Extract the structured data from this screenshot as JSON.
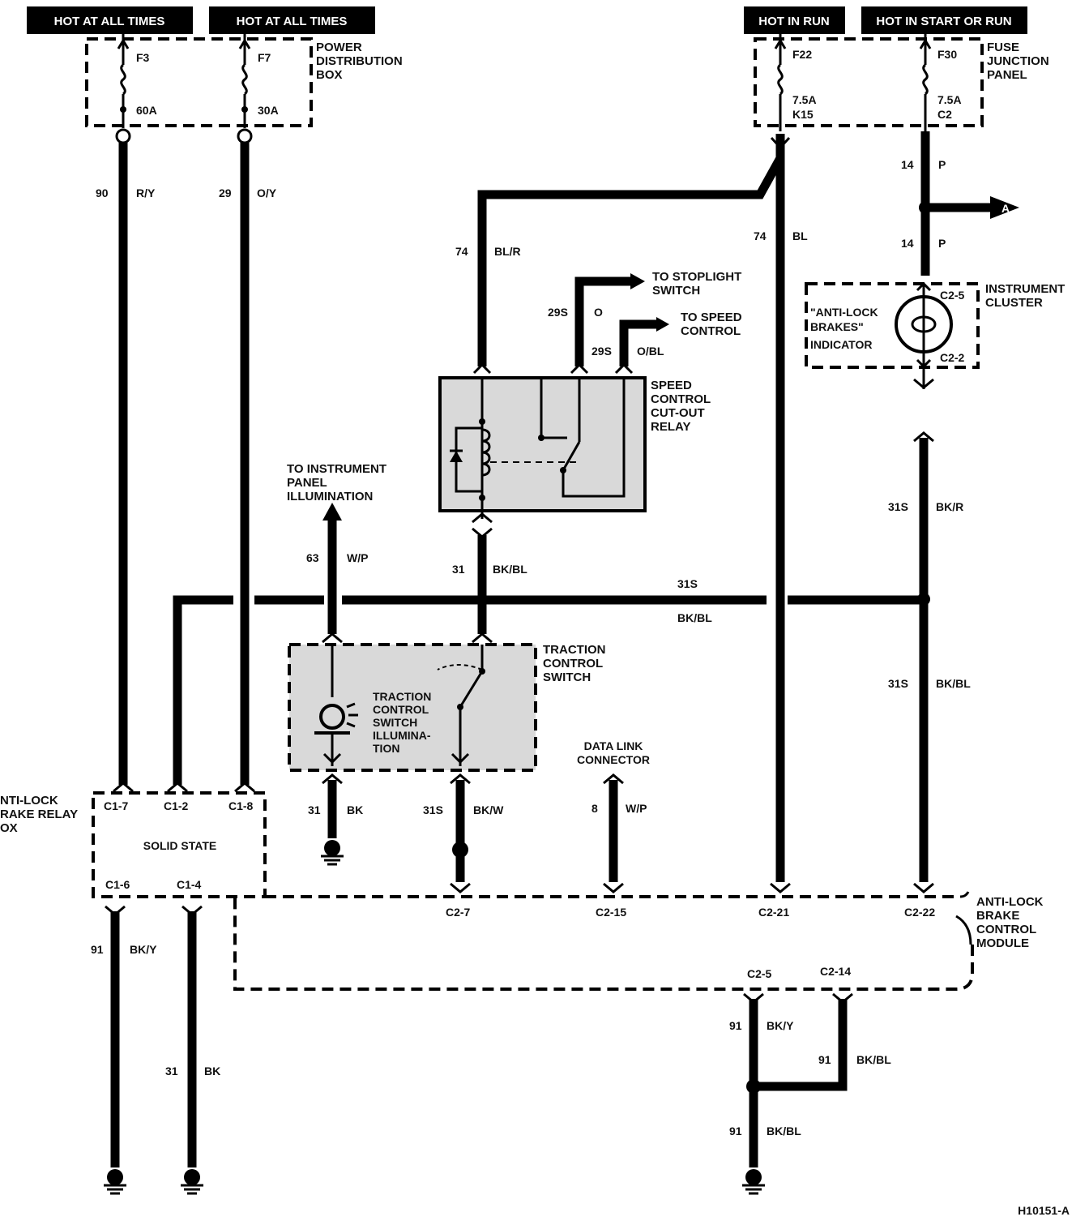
{
  "headers": {
    "h1": "HOT AT ALL TIMES",
    "h2": "HOT AT ALL TIMES",
    "h3": "HOT IN RUN",
    "h4": "HOT IN START OR RUN"
  },
  "power_box": {
    "title_1": "POWER",
    "title_2": "DISTRIBUTION",
    "title_3": "BOX",
    "fuse_a_name": "F3",
    "fuse_a_rating": "60A",
    "fuse_b_name": "F7",
    "fuse_b_rating": "30A"
  },
  "fuse_panel": {
    "title_1": "FUSE",
    "title_2": "JUNCTION",
    "title_3": "PANEL",
    "fuse_a_name": "F22",
    "fuse_a_rating": "7.5A",
    "fuse_a_conn": "K15",
    "fuse_b_name": "F30",
    "fuse_b_rating": "7.5A",
    "fuse_b_conn": "C2"
  },
  "wires": {
    "w90_num": "90",
    "w90_color": "R/Y",
    "w29_num": "29",
    "w29_color": "O/Y",
    "w74a_num": "74",
    "w74a_color": "BL/R",
    "w74b_num": "74",
    "w74b_color": "BL",
    "w14a_num": "14",
    "w14a_color": "P",
    "w14b_num": "14",
    "w14b_color": "P",
    "w29s_o_num": "29S",
    "w29s_o_color": "O",
    "w29s_obl_num": "29S",
    "w29s_obl_color": "O/BL",
    "w63_num": "63",
    "w63_color": "W/P",
    "w31bkbl_num": "31",
    "w31bkbl_color": "BK/BL",
    "w31s_bus_num": "31S",
    "w31s_bus_color": "BK/BL",
    "w31s_bkr_num": "31S",
    "w31s_bkr_color": "BK/R",
    "w31s_bkbl2_num": "31S",
    "w31s_bkbl2_color": "BK/BL",
    "w31bk_num": "31",
    "w31bk_color": "BK",
    "w31s_bkw_num": "31S",
    "w31s_bkw_color": "BK/W",
    "w8_num": "8",
    "w8_color": "W/P",
    "w91a_num": "91",
    "w91a_color": "BK/Y",
    "w31c_num": "31",
    "w31c_color": "BK",
    "w91b_num": "91",
    "w91b_color": "BK/Y",
    "w91c_num": "91",
    "w91c_color": "BK/BL",
    "w91d_num": "91",
    "w91d_color": "BK/BL"
  },
  "destinations": {
    "stoplight_1": "TO STOPLIGHT",
    "stoplight_2": "SWITCH",
    "speed_1": "TO SPEED",
    "speed_2": "CONTROL",
    "panel_1": "TO INSTRUMENT",
    "panel_2": "PANEL",
    "panel_3": "ILLUMINATION",
    "arrow_a": "A"
  },
  "relay": {
    "title_1": "SPEED",
    "title_2": "CONTROL",
    "title_3": "CUT-OUT",
    "title_4": "RELAY"
  },
  "cluster": {
    "title_1": "INSTRUMENT",
    "title_2": "CLUSTER",
    "indicator_1": "\"ANTI-LOCK",
    "indicator_2": "BRAKES\"",
    "indicator_3": "INDICATOR",
    "pin_top": "C2-5",
    "pin_bottom": "C2-2"
  },
  "traction_switch": {
    "title_1": "TRACTION",
    "title_2": "CONTROL",
    "title_3": "SWITCH",
    "illum_1": "TRACTION",
    "illum_2": "CONTROL",
    "illum_3": "SWITCH",
    "illum_4": "ILLUMINA-",
    "illum_5": "TION"
  },
  "data_link": {
    "title_1": "DATA LINK",
    "title_2": "CONNECTOR"
  },
  "relay_box": {
    "title_1": "NTI-LOCK",
    "title_2": "RAKE RELAY",
    "title_3": "OX",
    "body": "SOLID STATE",
    "pin_c17": "C1-7",
    "pin_c12": "C1-2",
    "pin_c18": "C1-8",
    "pin_c16": "C1-6",
    "pin_c14": "C1-4"
  },
  "module": {
    "title_1": "ANTI-LOCK",
    "title_2": "BRAKE",
    "title_3": "CONTROL",
    "title_4": "MODULE",
    "pin_c27": "C2-7",
    "pin_c215": "C2-15",
    "pin_c221": "C2-21",
    "pin_c222": "C2-22",
    "pin_c25": "C2-5",
    "pin_c214": "C2-14"
  },
  "figure_id": "H10151-A"
}
